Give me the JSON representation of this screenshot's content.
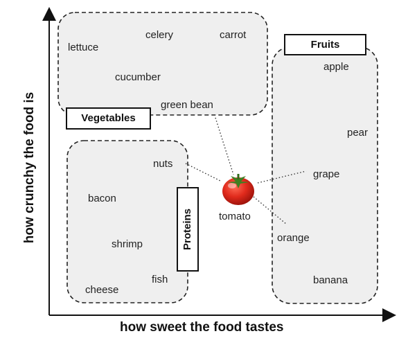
{
  "axes": {
    "x_label": "how sweet the food tastes",
    "y_label": "how crunchy the food is"
  },
  "groups": {
    "vegetables": {
      "label": "Vegetables",
      "items": [
        "lettuce",
        "celery",
        "carrot",
        "cucumber",
        "green bean"
      ]
    },
    "fruits": {
      "label": "Fruits",
      "items": [
        "apple",
        "pear",
        "grape",
        "orange",
        "banana"
      ]
    },
    "proteins": {
      "label": "Proteins",
      "items": [
        "nuts",
        "bacon",
        "shrimp",
        "fish",
        "cheese"
      ]
    }
  },
  "center_item": {
    "label": "tomato",
    "icon": "tomato-icon",
    "color": "#d42a1e"
  },
  "colors": {
    "region_fill": "#efefef",
    "region_stroke": "#222222"
  }
}
